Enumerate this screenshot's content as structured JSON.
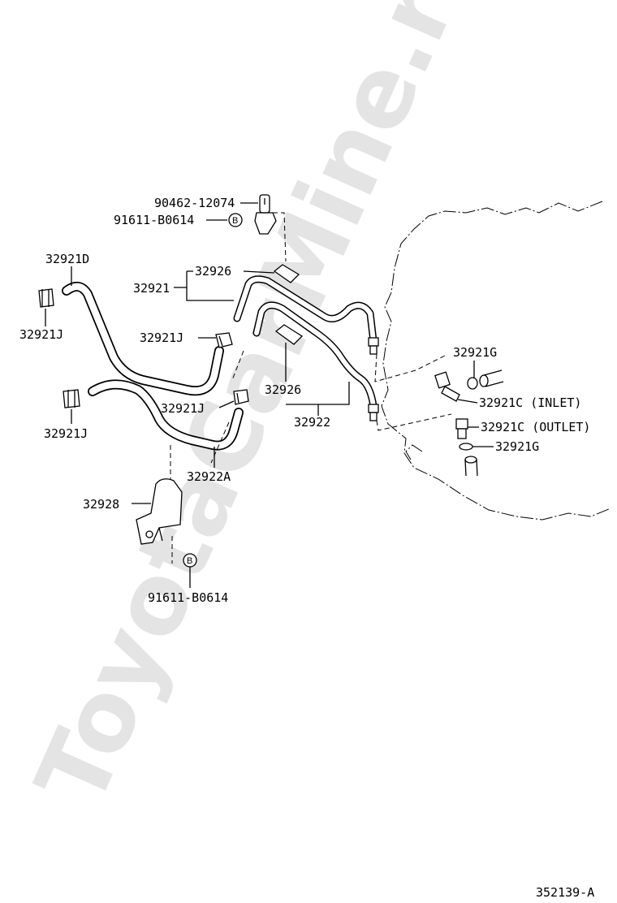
{
  "watermark": "ToyotaCarMine.ru",
  "diagram_code": "352139-A",
  "callouts": {
    "bolt_90462": "90462-12074",
    "bolt_b_top": "91611-B0614",
    "ref_b_top": "B",
    "hose_32921D": "32921D",
    "clamp_left_top": "32921J",
    "clamp_mid_top": "32921J",
    "clamp_mid_low": "32921J",
    "clamp_left_low": "32921J",
    "hose_32922A": "32922A",
    "bracket_32928": "32928",
    "bolt_b_bottom": "91611-B0614",
    "ref_b_bottom": "B",
    "pipe_assy_32921": "32921",
    "sleeve_top": "32926",
    "sleeve_mid": "32926",
    "pipe_assy_32922": "32922",
    "gasket_top": "32921G",
    "union_inlet": "32921C (INLET)",
    "union_outlet": "32921C (OUTLET)",
    "gasket_bottom": "32921G"
  }
}
